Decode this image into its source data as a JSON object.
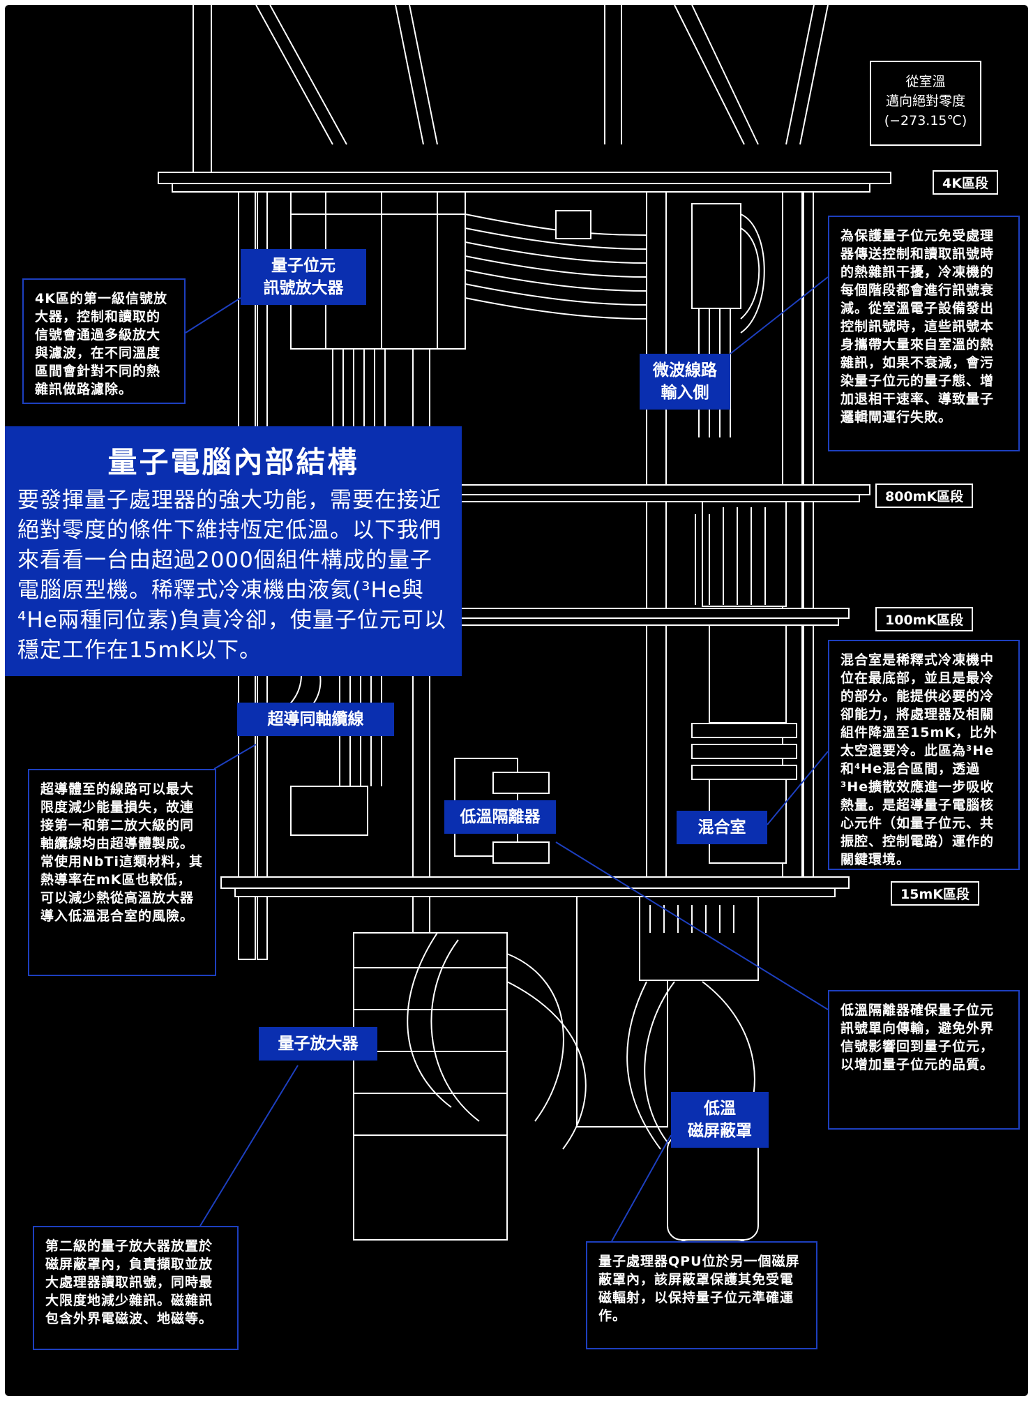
{
  "hero": {
    "title": "量子電腦內部結構",
    "body": "要發揮量子處理器的強大功能，需要在接近絕對零度的條件下維持恆定低溫。以下我們來看看一台由超過2000個組件構成的量子電腦原型機。稀釋式冷凍機由液氦(³He與⁴He兩種同位素)負責冷卻，使量子位元可以穩定工作在15mK以下。"
  },
  "corner_label": {
    "line1": "從室溫",
    "line2": "邁向絕對零度",
    "line3": "(−273.15℃)"
  },
  "stages": [
    "4K區段",
    "800mK區段",
    "100mK區段",
    "15mK區段"
  ],
  "tags": {
    "qubit_signal_amp": "量子位元\n訊號放大器",
    "microwave_input": "微波線路\n輸入側",
    "superconducting_coax": "超導同軸纜線",
    "cryo_isolator": "低溫隔離器",
    "mixing_chamber": "混合室",
    "quantum_amplifier": "量子放大器",
    "cryo_shield": "低溫\n磁屏蔽罩"
  },
  "notes": {
    "first_stage_amp": "4K區的第一級信號放大器，控制和讀取的信號會通過多級放大與濾波，在不同溫度區間會針對不同的熱雜訊做路濾除。",
    "attenuation": "為保護量子位元免受處理器傳送控制和讀取訊號時的熱雜訊干擾，冷凍機的每個階段都會進行訊號衰減。從室溫電子設備發出控制訊號時，這些訊號本身攜帶大量來自室溫的熱雜訊，如果不衰減，會污染量子位元的量子態、增加退相干速率、導致量子邏輯閘運行失敗。",
    "mixing_chamber": "混合室是稀釋式冷凍機中位在最底部，並且是最冷的部分。能提供必要的冷卻能力，將處理器及相關組件降溫至15mK，比外太空還要冷。此區為³He和⁴He混合區間，透過³He擴散效應進一步吸收熱量。是超導量子電腦核心元件（如量子位元、共振腔、控制電路）運作的關鍵環境。",
    "superconducting": "超導體至的線路可以最大限度減少能量損失，故連接第一和第二放大級的同軸纜線均由超導體製成。常使用NbTi這類材料，其熱導率在mK區也較低，可以減少熱從高溫放大器導入低溫混合室的風險。",
    "isolator": "低溫隔離器確保量子位元訊號單向傳輸，避免外界信號影響回到量子位元，以增加量子位元的品質。",
    "second_stage_amp": "第二級的量子放大器放置於磁屏蔽罩內，負責擷取並放大處理器讀取訊號，同時最大限度地減少雜訊。磁雜訊包含外界電磁波、地磁等。",
    "qpu": "量子處理器QPU位於另一個磁屏蔽罩內，該屏蔽罩保護其免受電磁輻射，以保持量子位元準確運作。"
  },
  "colors": {
    "background": "#000000",
    "accent_blue": "#0a2fb0",
    "line_blue": "#1d3fbf",
    "drawing": "#ffffff"
  }
}
